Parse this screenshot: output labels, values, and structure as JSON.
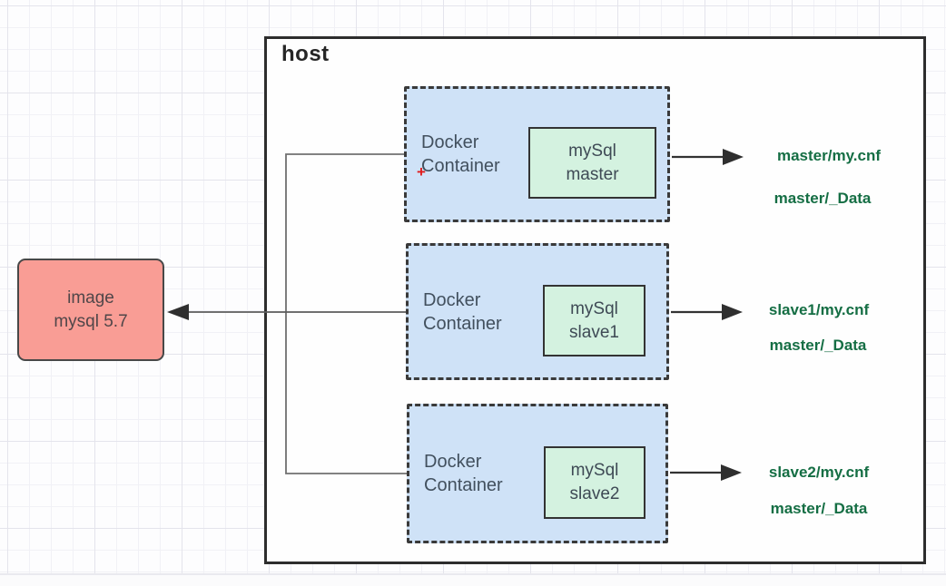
{
  "diagram": {
    "host": {
      "label": "host"
    },
    "image_node": {
      "line1": "image",
      "line2": "mysql 5.7"
    },
    "containers": [
      {
        "label_line1": "Docker",
        "label_line2": "Container",
        "db_line1": "mySql",
        "db_line2": "master",
        "out_file": "master/my.cnf",
        "out_data": "master/_Data"
      },
      {
        "label_line1": "Docker",
        "label_line2": "Container",
        "db_line1": "mySql",
        "db_line2": "slave1",
        "out_file": "slave1/my.cnf",
        "out_data": "master/_Data"
      },
      {
        "label_line1": "Docker",
        "label_line2": "Container",
        "db_line1": "mySql",
        "db_line2": "slave2",
        "out_file": "slave2/my.cnf",
        "out_data": "master/_Data"
      }
    ],
    "cursor_marker": "+",
    "colors": {
      "container_fill": "#cfe2f7",
      "db_fill": "#d4f2e0",
      "image_fill": "#f99d95",
      "label_green": "#156e44",
      "connector_gray": "#707070",
      "arrow_dark": "#333333"
    }
  }
}
